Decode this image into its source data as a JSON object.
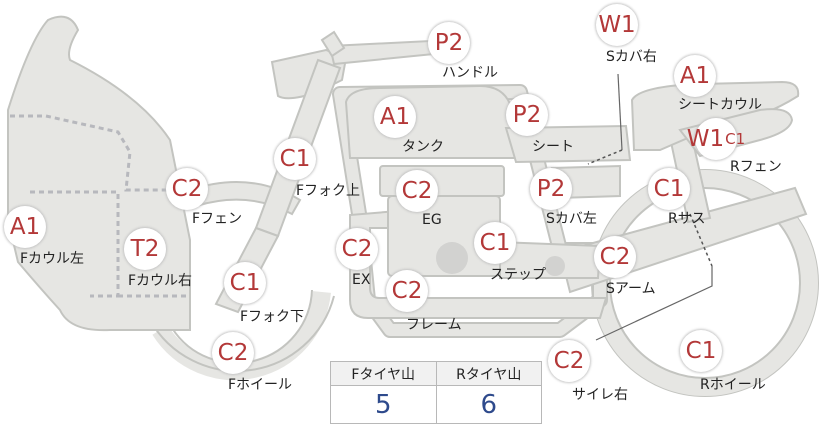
{
  "parts": [
    {
      "id": "handle",
      "code": "P2",
      "label": "ハンドル"
    },
    {
      "id": "side-cover-right",
      "code": "W1",
      "label": "Sカバ右"
    },
    {
      "id": "seat-cowl",
      "code": "A1",
      "label": "シートカウル"
    },
    {
      "id": "tank",
      "code": "A1",
      "label": "タンク"
    },
    {
      "id": "seat",
      "code": "P2",
      "label": "シート"
    },
    {
      "id": "rear-fender",
      "code": "W1",
      "code_sub": "C1",
      "label": "Rフェン"
    },
    {
      "id": "front-fork-upper",
      "code": "C1",
      "label": "Fフォク上"
    },
    {
      "id": "engine",
      "code": "C2",
      "label": "EG"
    },
    {
      "id": "side-cover-left",
      "code": "P2",
      "label": "Sカバ左"
    },
    {
      "id": "front-fender",
      "code": "C2",
      "label": "Fフェン"
    },
    {
      "id": "rear-suspension",
      "code": "C1",
      "label": "Rサス"
    },
    {
      "id": "front-cowl-left",
      "code": "A1",
      "label": "Fカウル左"
    },
    {
      "id": "front-cowl-right",
      "code": "T2",
      "label": "Fカウル右"
    },
    {
      "id": "exhaust",
      "code": "C2",
      "label": "EX"
    },
    {
      "id": "step",
      "code": "C1",
      "label": "ステップ"
    },
    {
      "id": "swing-arm",
      "code": "C2",
      "label": "Sアーム"
    },
    {
      "id": "front-fork-lower",
      "code": "C1",
      "label": "Fフォク下"
    },
    {
      "id": "frame",
      "code": "C2",
      "label": "フレーム"
    },
    {
      "id": "front-wheel",
      "code": "C2",
      "label": "Fホイール"
    },
    {
      "id": "silencer-right",
      "code": "C2",
      "label": "サイレ右"
    },
    {
      "id": "rear-wheel",
      "code": "C1",
      "label": "Rホイール"
    }
  ],
  "tire_table": {
    "headers": [
      "Fタイヤ山",
      "Rタイヤ山"
    ],
    "values": [
      "5",
      "6"
    ]
  },
  "colors": {
    "code_text": "#b33838",
    "value_text": "#2e4a8c",
    "part_fill": "#e6e6e3",
    "part_stroke": "#c3c4c0"
  }
}
